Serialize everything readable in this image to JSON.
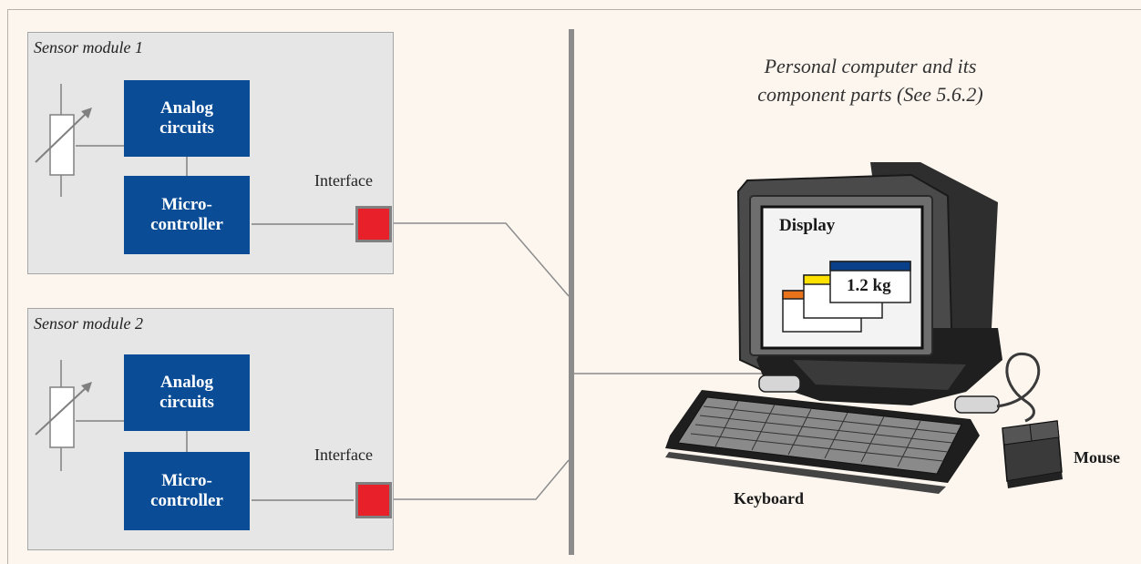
{
  "modules": [
    {
      "title": "Sensor module 1",
      "analog": "Analog circuits",
      "analog_lines": [
        "Analog",
        "circuits"
      ],
      "micro_lines": [
        "Micro-",
        "controller"
      ],
      "interface_label": "Interface"
    },
    {
      "title": "Sensor module 2",
      "analog": "Analog circuits",
      "analog_lines": [
        "Analog",
        "circuits"
      ],
      "micro_lines": [
        "Micro-",
        "controller"
      ],
      "interface_label": "Interface"
    }
  ],
  "pc": {
    "caption_line1": "Personal computer and its",
    "caption_line2": "component parts (See 5.6.2)",
    "display_label": "Display",
    "readout": "1.2 kg",
    "mouse_label": "Mouse",
    "keyboard_label": "Keyboard"
  },
  "colors": {
    "block_blue": "#0a4d96",
    "interface_red": "#e8202a",
    "module_bg": "#e6e6e6",
    "page_bg": "#fdf6ee",
    "window_orange": "#e8731a",
    "window_yellow": "#ffe100",
    "window_blue": "#0a3f8a"
  }
}
